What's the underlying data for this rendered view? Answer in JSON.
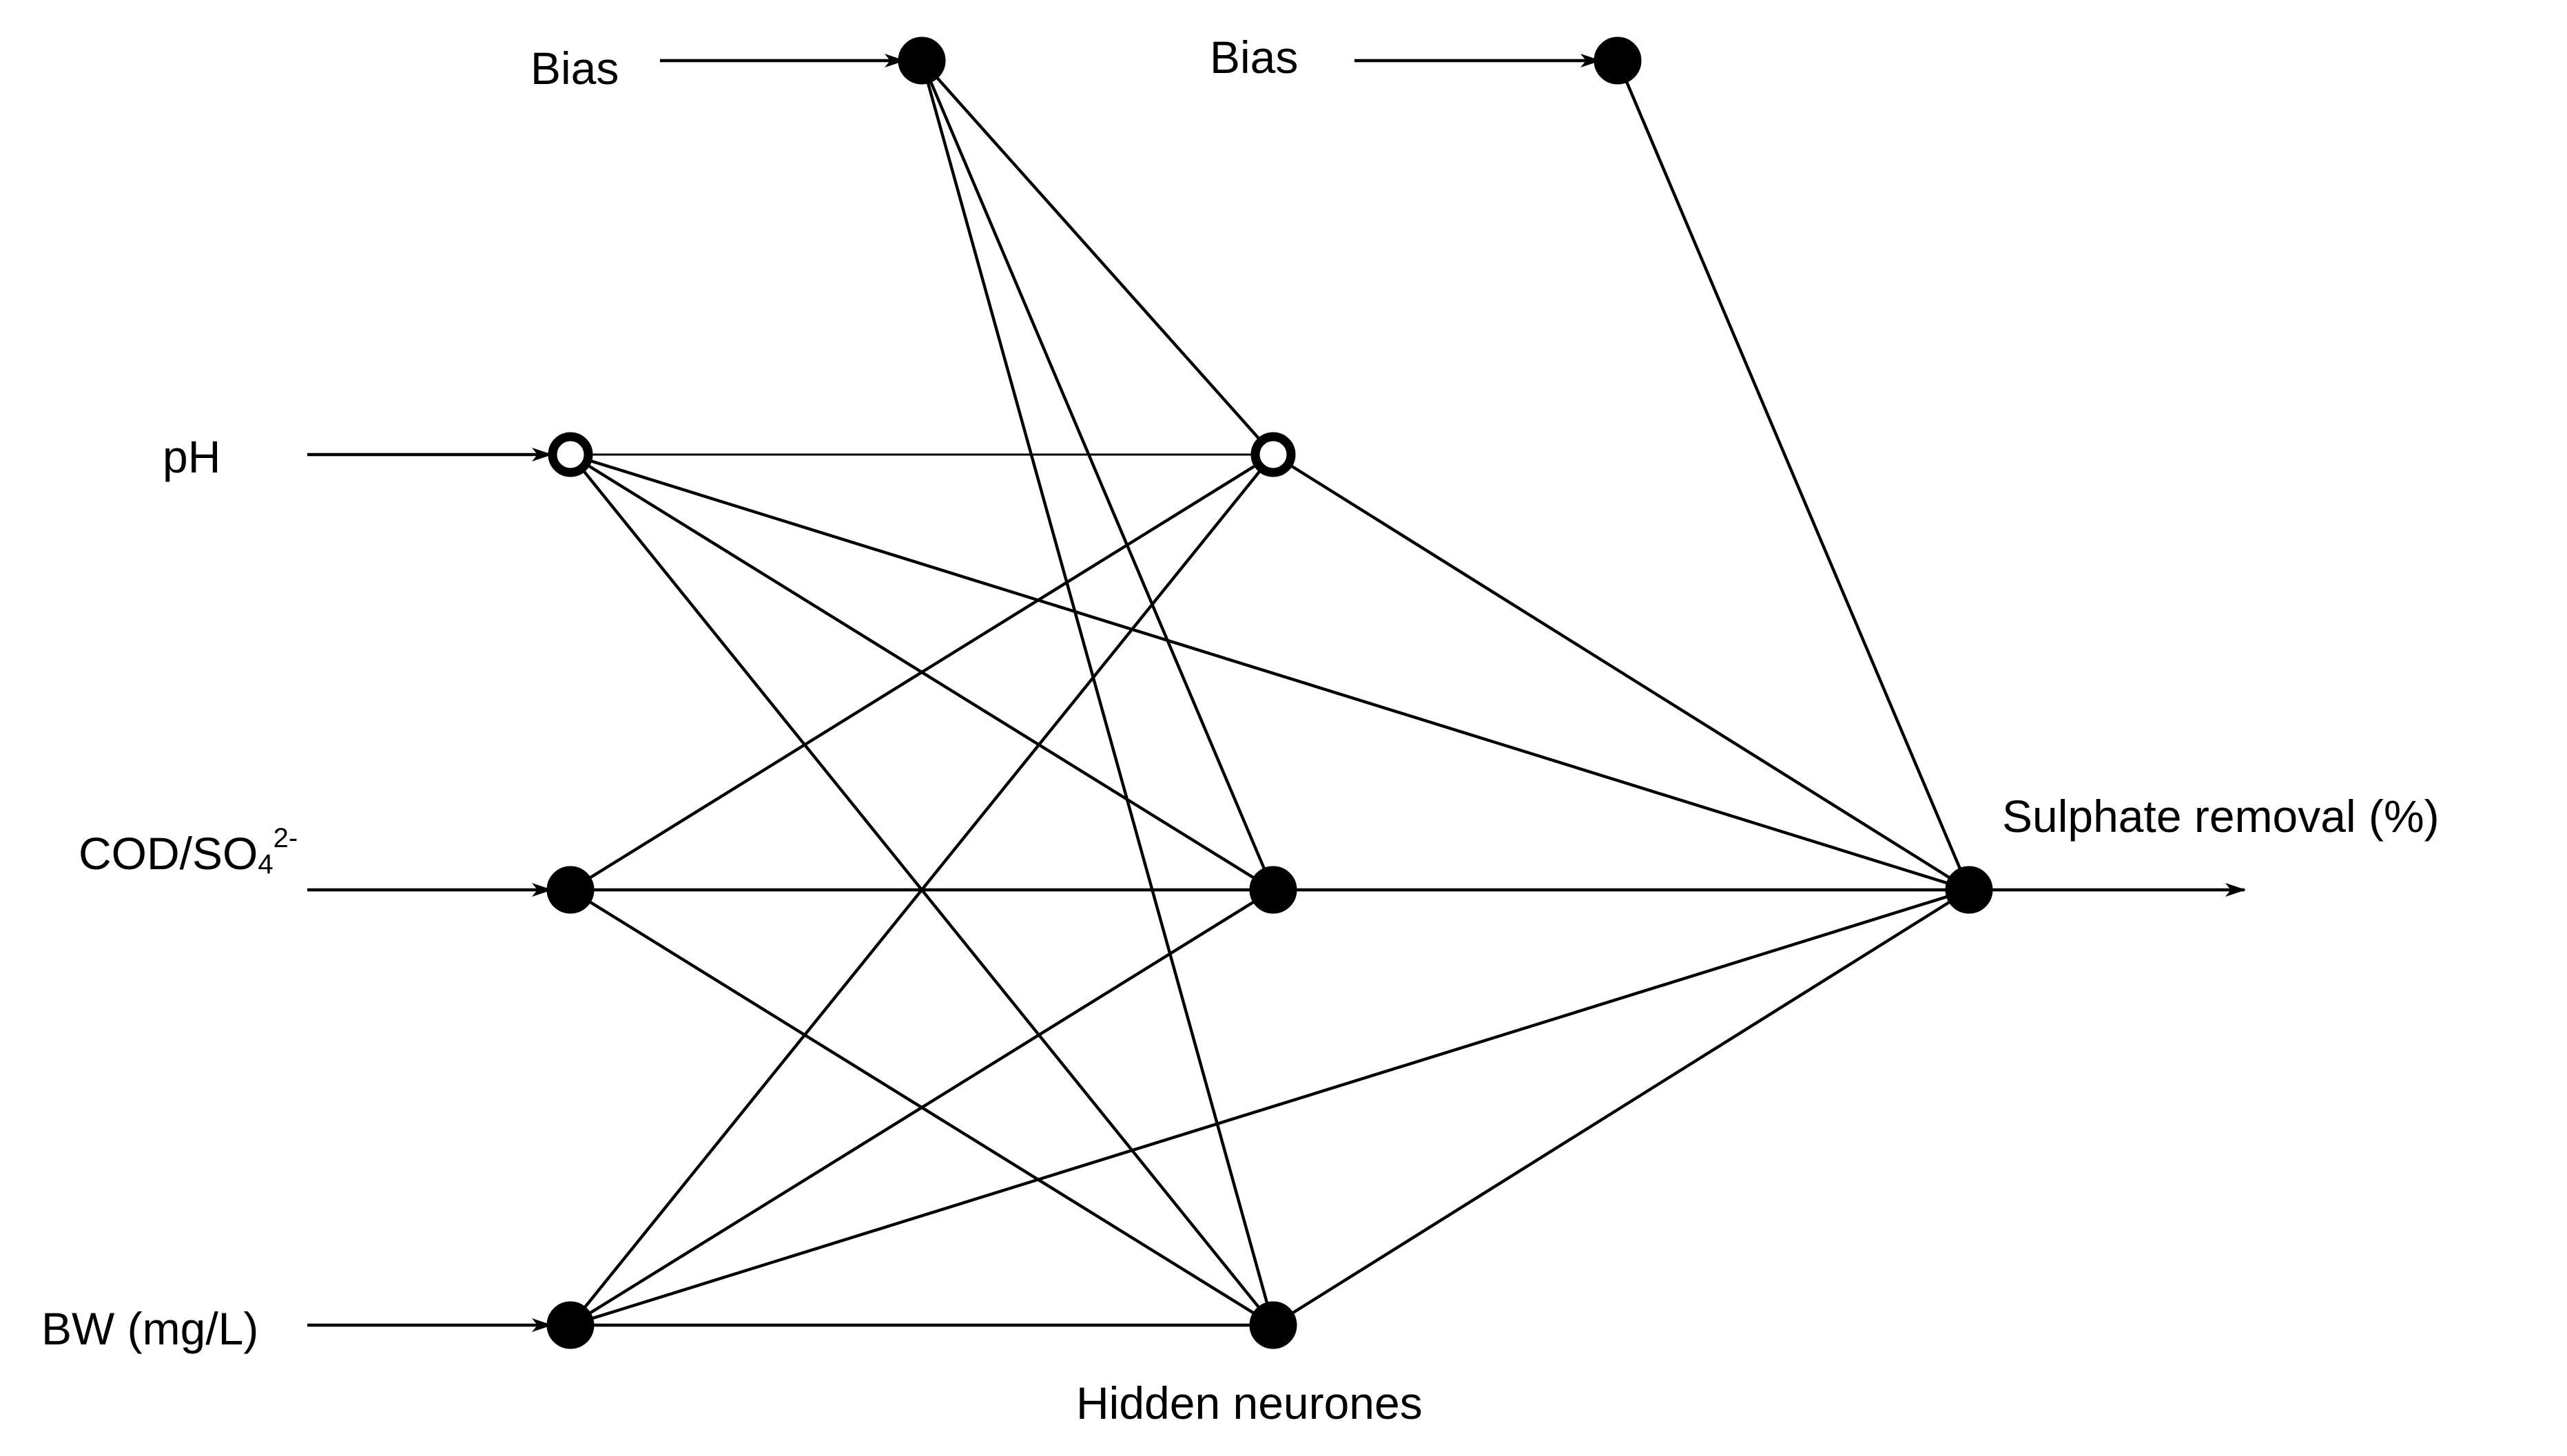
{
  "labels": {
    "bias_input": "Bias",
    "bias_hidden": "Bias",
    "input_ph": "pH",
    "input_cod_base": "COD/SO",
    "input_cod_sub": "4",
    "input_cod_sup": "2-",
    "input_bw": "BW (mg/L)",
    "output": "Sulphate removal (%)",
    "hidden_caption": "Hidden neurones"
  },
  "network": {
    "input_nodes": [
      "pH",
      "COD/SO42-",
      "BW (mg/L)"
    ],
    "hidden_node_count": 3,
    "output_nodes": [
      "Sulphate removal (%)"
    ],
    "bias_nodes": 2,
    "connectivity": "fully connected input-hidden; input and hidden connected to output; bias nodes connected to next layer"
  }
}
